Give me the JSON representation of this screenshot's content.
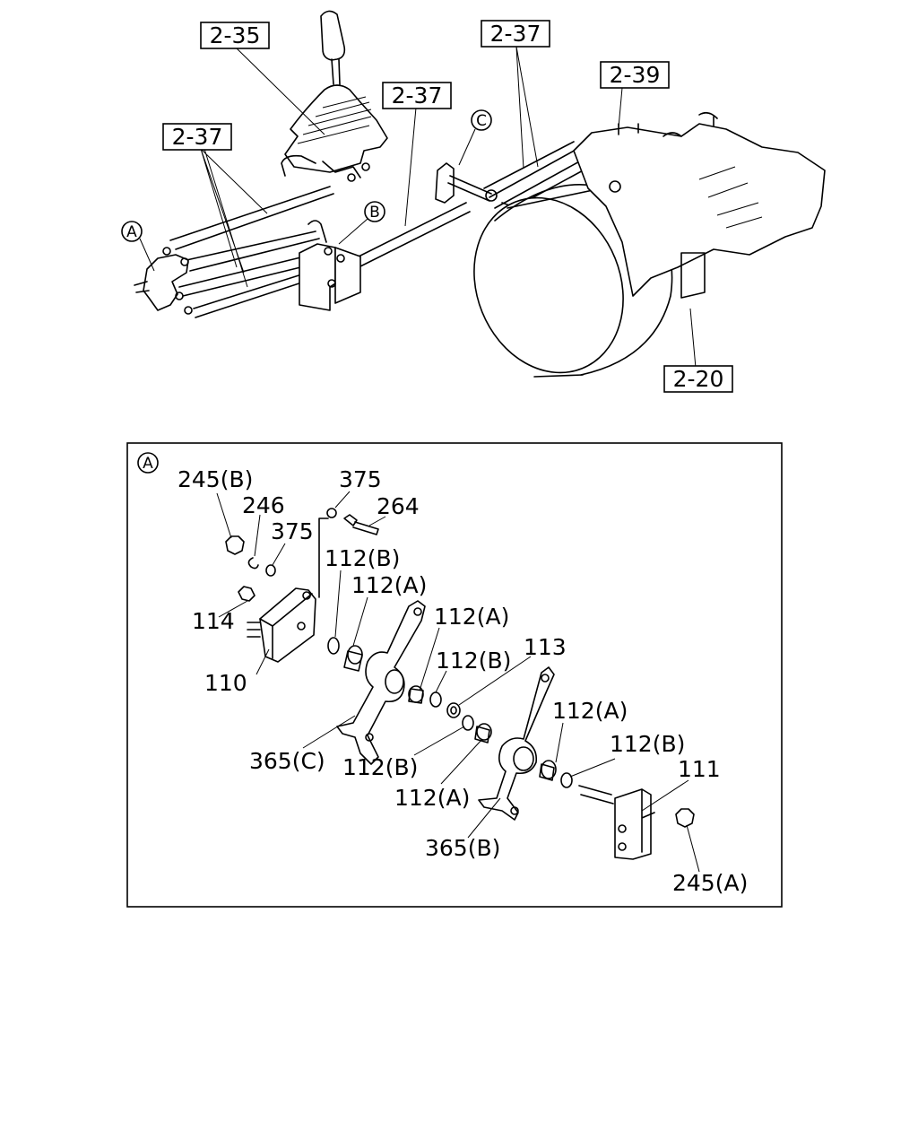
{
  "overview": {
    "callouts": {
      "c235": "2-35",
      "c237_left": "2-37",
      "c237_mid": "2-37",
      "c237_right": "2-37",
      "c239": "2-39",
      "c220": "2-20"
    },
    "markers": {
      "a": "A",
      "b": "B",
      "c": "C"
    }
  },
  "detail": {
    "section_marker": "A",
    "labels": {
      "l245b": "245(B)",
      "l246": "246",
      "l375_top": "375",
      "l264": "264",
      "l375_mid": "375",
      "l112b_top": "112(B)",
      "l112a_top": "112(A)",
      "l112a_2": "112(A)",
      "l114": "114",
      "l112b_2": "112(B)",
      "l113": "113",
      "l110": "110",
      "l112a_3": "112(A)",
      "l112b_3": "112(B)",
      "l111": "111",
      "l365c": "365(C)",
      "l112b_4": "112(B)",
      "l112a_4": "112(A)",
      "l365b": "365(B)",
      "l245a": "245(A)"
    }
  }
}
